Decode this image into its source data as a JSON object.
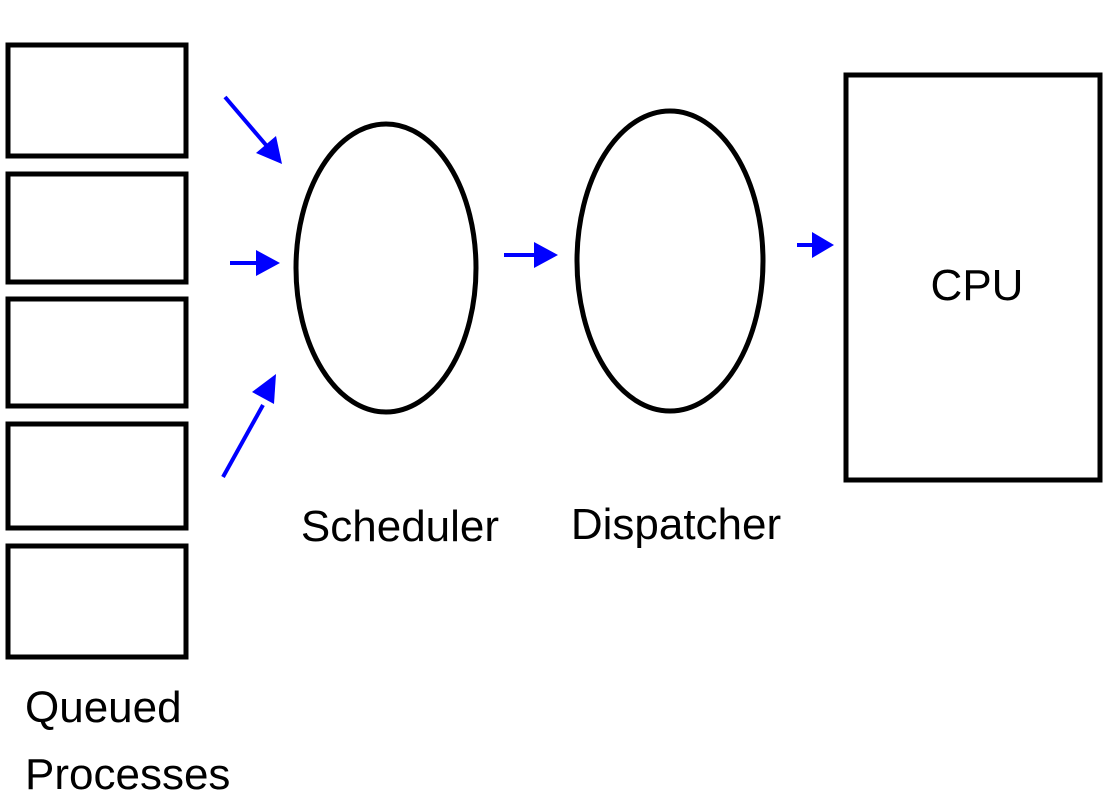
{
  "labels": {
    "queue_line1": "Queued",
    "queue_line2": "Processes",
    "scheduler": "Scheduler",
    "dispatcher": "Dispatcher",
    "cpu": "CPU"
  },
  "queue": {
    "slot_count": 5
  },
  "colors": {
    "stroke": "#000000",
    "arrow": "#0000ff",
    "background": "#ffffff"
  }
}
